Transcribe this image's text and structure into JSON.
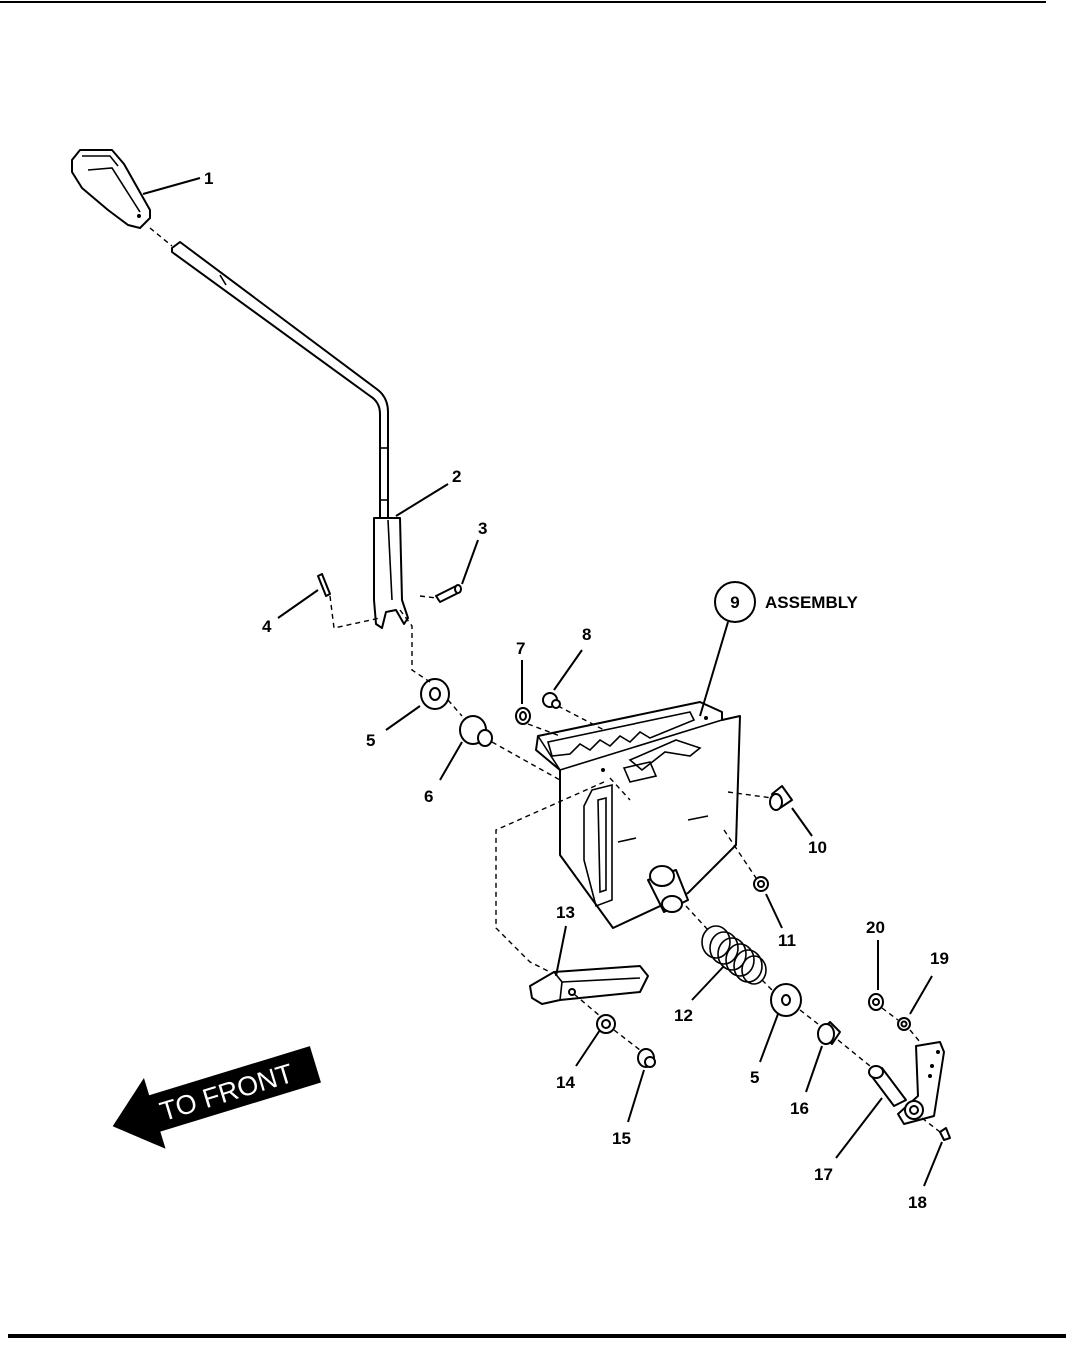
{
  "callouts": [
    {
      "id": "c1",
      "text": "1"
    },
    {
      "id": "c2",
      "text": "2"
    },
    {
      "id": "c3",
      "text": "3"
    },
    {
      "id": "c4",
      "text": "4"
    },
    {
      "id": "c5a",
      "text": "5"
    },
    {
      "id": "c6",
      "text": "6"
    },
    {
      "id": "c7",
      "text": "7"
    },
    {
      "id": "c8",
      "text": "8"
    },
    {
      "id": "c10",
      "text": "10"
    },
    {
      "id": "c11",
      "text": "11"
    },
    {
      "id": "c12",
      "text": "12"
    },
    {
      "id": "c13",
      "text": "13"
    },
    {
      "id": "c14",
      "text": "14"
    },
    {
      "id": "c15",
      "text": "15"
    },
    {
      "id": "c5b",
      "text": "5"
    },
    {
      "id": "c16",
      "text": "16"
    },
    {
      "id": "c17",
      "text": "17"
    },
    {
      "id": "c18",
      "text": "18"
    },
    {
      "id": "c19",
      "text": "19"
    },
    {
      "id": "c20",
      "text": "20"
    }
  ],
  "assembly": {
    "number": "9",
    "label": "ASSEMBLY"
  },
  "direction_arrow": {
    "text": "TO FRONT"
  }
}
